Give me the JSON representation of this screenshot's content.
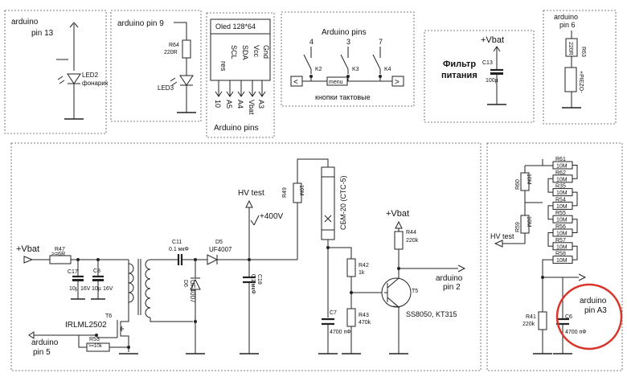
{
  "blocks": {
    "led2_block": {
      "pin": "arduino\npin 13",
      "pin_l1": "arduino",
      "pin_l2": "pin 13",
      "led": "LED2",
      "led_desc": "фонарик"
    },
    "led3_block": {
      "pin": "arduino  pin 9",
      "res_ref": "R64",
      "res_val": "220R",
      "led": "LED3"
    },
    "oled_block": {
      "title": "Oled 128*64",
      "pins": [
        "res",
        "SCL",
        "SDA",
        "Vcc",
        "Gnd"
      ],
      "targets": [
        "10",
        "A5",
        "A4",
        "Vbat",
        "A3"
      ],
      "caption": "Arduino pins"
    },
    "buttons_block": {
      "title": "Arduino pins",
      "numbers": [
        "4",
        "3",
        "7"
      ],
      "keys": [
        "K2",
        "K3",
        "K4"
      ],
      "left_symbol": "<",
      "menu": "menu",
      "right_symbol": ">",
      "caption": "кнопки тактовые"
    },
    "filter_block": {
      "vbat": "+Vbat",
      "title_l1": "Фильтр",
      "title_l2": "питания",
      "cap_ref": "C13",
      "cap_val": "100µ"
    },
    "piezo_block": {
      "pin_l1": "arduino",
      "pin_l2": "pin 6",
      "res_ref": "R63",
      "res_val": "220R",
      "piezo": "+PIEZO-"
    },
    "main_block": {
      "vbat_in": "+Vbat",
      "r47_ref": "R47",
      "r47_val": ">=6R",
      "c17_ref": "C17",
      "c17_val": "10µ",
      "c8_ref": "C8",
      "c8_val": "10µ",
      "cap_voltage": "16V",
      "t6_ref": "T6",
      "mosfet": "IRLML2502",
      "pin5_l1": "arduino",
      "pin5_l2": "pin 5",
      "r53_ref": "R53",
      "r53_val": ">=10k",
      "c11_ref": "C11",
      "c11_val": "0.1 мкФ",
      "d5_ref": "D5",
      "d5_val": "UF4007",
      "d6_ref": "D6",
      "d6_val": "UF4007",
      "c18_ref": "C18",
      "c18_val": "0.1 мкФ",
      "hv_test": "HV test",
      "voltage": "+400V",
      "r49_ref": "R49",
      "r49_val": "10M",
      "tube": "СБМ-20 (СТС-5)",
      "c7_ref": "C7",
      "c7_val": "4700 пФ",
      "r42_ref": "R42",
      "r42_val": "1k",
      "r43_ref": "R43",
      "r43_val": "470k",
      "vbat_t5": "+Vbat",
      "r44_ref": "R44",
      "r44_val": "220k",
      "t5_ref": "T5",
      "t5_val": "SS8050, KT315",
      "pin2_l1": "arduino",
      "pin2_l2": "pin 2"
    },
    "divider_block": {
      "resistors": [
        {
          "ref": "R61",
          "val": "10M"
        },
        {
          "ref": "R62",
          "val": "10M"
        },
        {
          "ref": "R35",
          "val": "10M"
        },
        {
          "ref": "R54",
          "val": "10M"
        },
        {
          "ref": "R55",
          "val": "10M"
        },
        {
          "ref": "R56",
          "val": "10M"
        },
        {
          "ref": "R57",
          "val": "10M"
        },
        {
          "ref": "R58",
          "val": "10M"
        }
      ],
      "r60_ref": "R60",
      "r60_val": "10M",
      "r59_ref": "R59",
      "r59_val": "10M",
      "hv_test": "HV test",
      "r41_ref": "R41",
      "r41_val": "220k",
      "c6_ref": "C6",
      "c6_val": "4700 пФ",
      "pin_l1": "arduino",
      "pin_l2": "pin A3",
      "circle_color": "#d9352b"
    }
  }
}
